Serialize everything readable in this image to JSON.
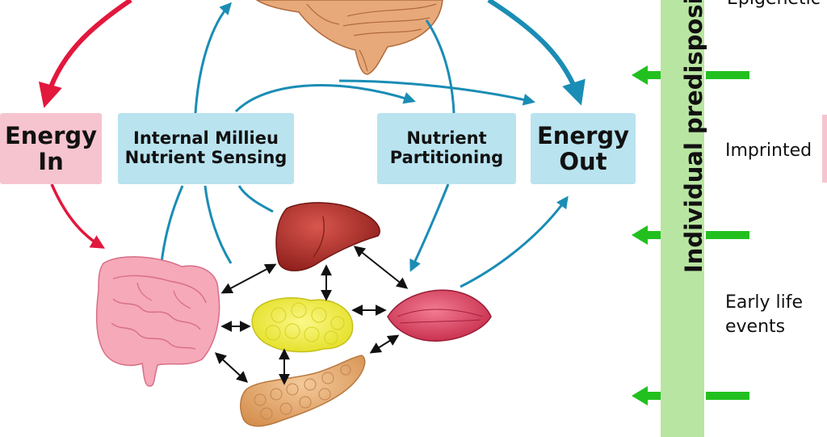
{
  "boxes": {
    "energy_in": "Energy\nIn",
    "internal_millieu": "Internal Millieu\nNutrient Sensing",
    "nutrient_partitioning": "Nutrient\nPartitioning",
    "energy_out": "Energy\nOut"
  },
  "vertical_bar": {
    "label": "Individual predispositio"
  },
  "side_labels": {
    "epigenetic": "Epigenetic",
    "imprinted": "Imprinted",
    "early_life_events": "Early life\nevents"
  },
  "colors": {
    "red_arrow": "#e2183d",
    "blue_arrow": "#1a8db5",
    "green_arrow": "#22c01f",
    "pink_box": "#f6c4cf",
    "blue_box": "#b9e3ef",
    "green_bar": "#b9e5a2",
    "brain": "#e8a97a",
    "liver": "#b8312b",
    "fat": "#f1ee3c",
    "pancreas": "#e6ac72",
    "muscle": "#e04863",
    "intestine": "#f5a9b9"
  },
  "organs": [
    "brain-icon",
    "intestine-icon",
    "liver-icon",
    "fat-tissue-icon",
    "pancreas-icon",
    "muscle-icon"
  ]
}
